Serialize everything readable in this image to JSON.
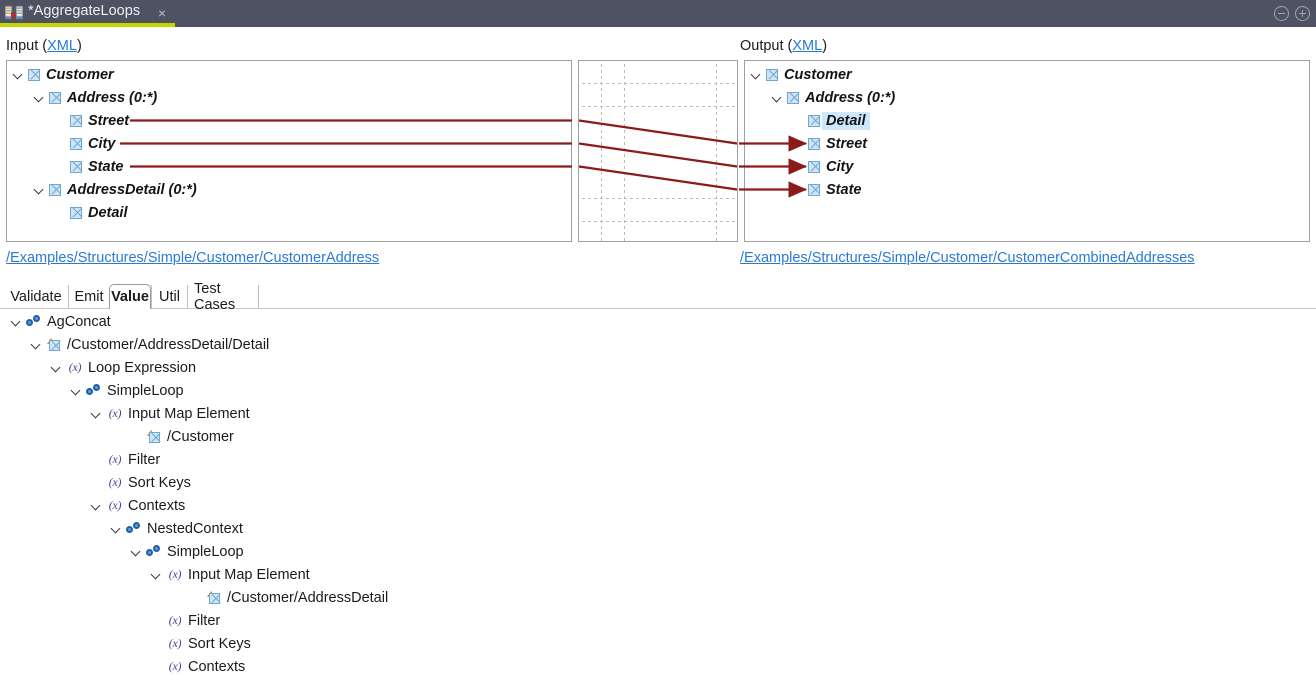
{
  "titlebar": {
    "tab_label": "*AggregateLoops",
    "close_label": "×",
    "app_icon": "map-transform-icon",
    "minimize_icon": "minimize-icon",
    "maximize_icon": "maximize-icon",
    "accent_color": "#c3d600",
    "background_color": "#4e5263"
  },
  "input_panel": {
    "label": "Input (",
    "label_link": "XML",
    "label_suffix": ")",
    "path_link": "/Examples/Structures/Simple/Customer/CustomerAddress",
    "nodes": [
      {
        "label": "Customer",
        "depth": 0,
        "expandable": true
      },
      {
        "label": "Address (0:*)",
        "depth": 1,
        "expandable": true
      },
      {
        "label": "Street",
        "depth": 2,
        "expandable": false
      },
      {
        "label": "City",
        "depth": 2,
        "expandable": false
      },
      {
        "label": "State",
        "depth": 2,
        "expandable": false
      },
      {
        "label": "AddressDetail (0:*)",
        "depth": 1,
        "expandable": true
      },
      {
        "label": "Detail",
        "depth": 2,
        "expandable": false
      }
    ]
  },
  "output_panel": {
    "label": "Output (",
    "label_link": "XML",
    "label_suffix": ")",
    "path_link": "/Examples/Structures/Simple/Customer/CustomerCombinedAddresses",
    "nodes": [
      {
        "label": "Customer",
        "depth": 0,
        "expandable": true,
        "selected": false
      },
      {
        "label": "Address (0:*)",
        "depth": 1,
        "expandable": true,
        "selected": false
      },
      {
        "label": "Detail",
        "depth": 2,
        "expandable": false,
        "selected": true
      },
      {
        "label": "Street",
        "depth": 2,
        "expandable": false,
        "selected": false
      },
      {
        "label": "City",
        "depth": 2,
        "expandable": false,
        "selected": false
      },
      {
        "label": "State",
        "depth": 2,
        "expandable": false,
        "selected": false
      }
    ]
  },
  "mapping": {
    "line_color": "#8b1a1a",
    "links": [
      {
        "from": "Street",
        "to": "Street"
      },
      {
        "from": "City",
        "to": "City"
      },
      {
        "from": "State",
        "to": "State"
      }
    ]
  },
  "tabs": {
    "items": [
      {
        "label": "Validate",
        "active": false
      },
      {
        "label": "Emit",
        "active": false
      },
      {
        "label": "Value",
        "active": true
      },
      {
        "label": "Util",
        "active": false
      },
      {
        "label": "Test Cases",
        "active": false
      }
    ]
  },
  "detail_tree": {
    "nodes": [
      {
        "label": "AgConcat",
        "depth": 0,
        "icon": "chain-icon",
        "expandable": true
      },
      {
        "label": "/Customer/AddressDetail/Detail",
        "depth": 1,
        "icon": "path-icon",
        "expandable": true
      },
      {
        "label": "Loop Expression",
        "depth": 2,
        "icon": "fx-icon",
        "expandable": true
      },
      {
        "label": "SimpleLoop",
        "depth": 3,
        "icon": "chain-icon",
        "expandable": true
      },
      {
        "label": "Input Map Element",
        "depth": 4,
        "icon": "fx-icon",
        "expandable": true
      },
      {
        "label": "/Customer",
        "depth": 5,
        "icon": "path-icon",
        "expandable": false
      },
      {
        "label": "Filter",
        "depth": 4,
        "icon": "fx-icon",
        "expandable": false
      },
      {
        "label": "Sort Keys",
        "depth": 4,
        "icon": "fx-icon",
        "expandable": false
      },
      {
        "label": "Contexts",
        "depth": 4,
        "icon": "fx-icon",
        "expandable": true
      },
      {
        "label": "NestedContext",
        "depth": 5,
        "icon": "chain-icon",
        "expandable": true
      },
      {
        "label": "SimpleLoop",
        "depth": 6,
        "icon": "chain-icon",
        "expandable": true
      },
      {
        "label": "Input Map Element",
        "depth": 7,
        "icon": "fx-icon",
        "expandable": true
      },
      {
        "label": "/Customer/AddressDetail",
        "depth": 8,
        "icon": "path-icon",
        "expandable": false
      },
      {
        "label": "Filter",
        "depth": 7,
        "icon": "fx-icon",
        "expandable": false
      },
      {
        "label": "Sort Keys",
        "depth": 7,
        "icon": "fx-icon",
        "expandable": false
      },
      {
        "label": "Contexts",
        "depth": 7,
        "icon": "fx-icon",
        "expandable": false
      }
    ]
  }
}
